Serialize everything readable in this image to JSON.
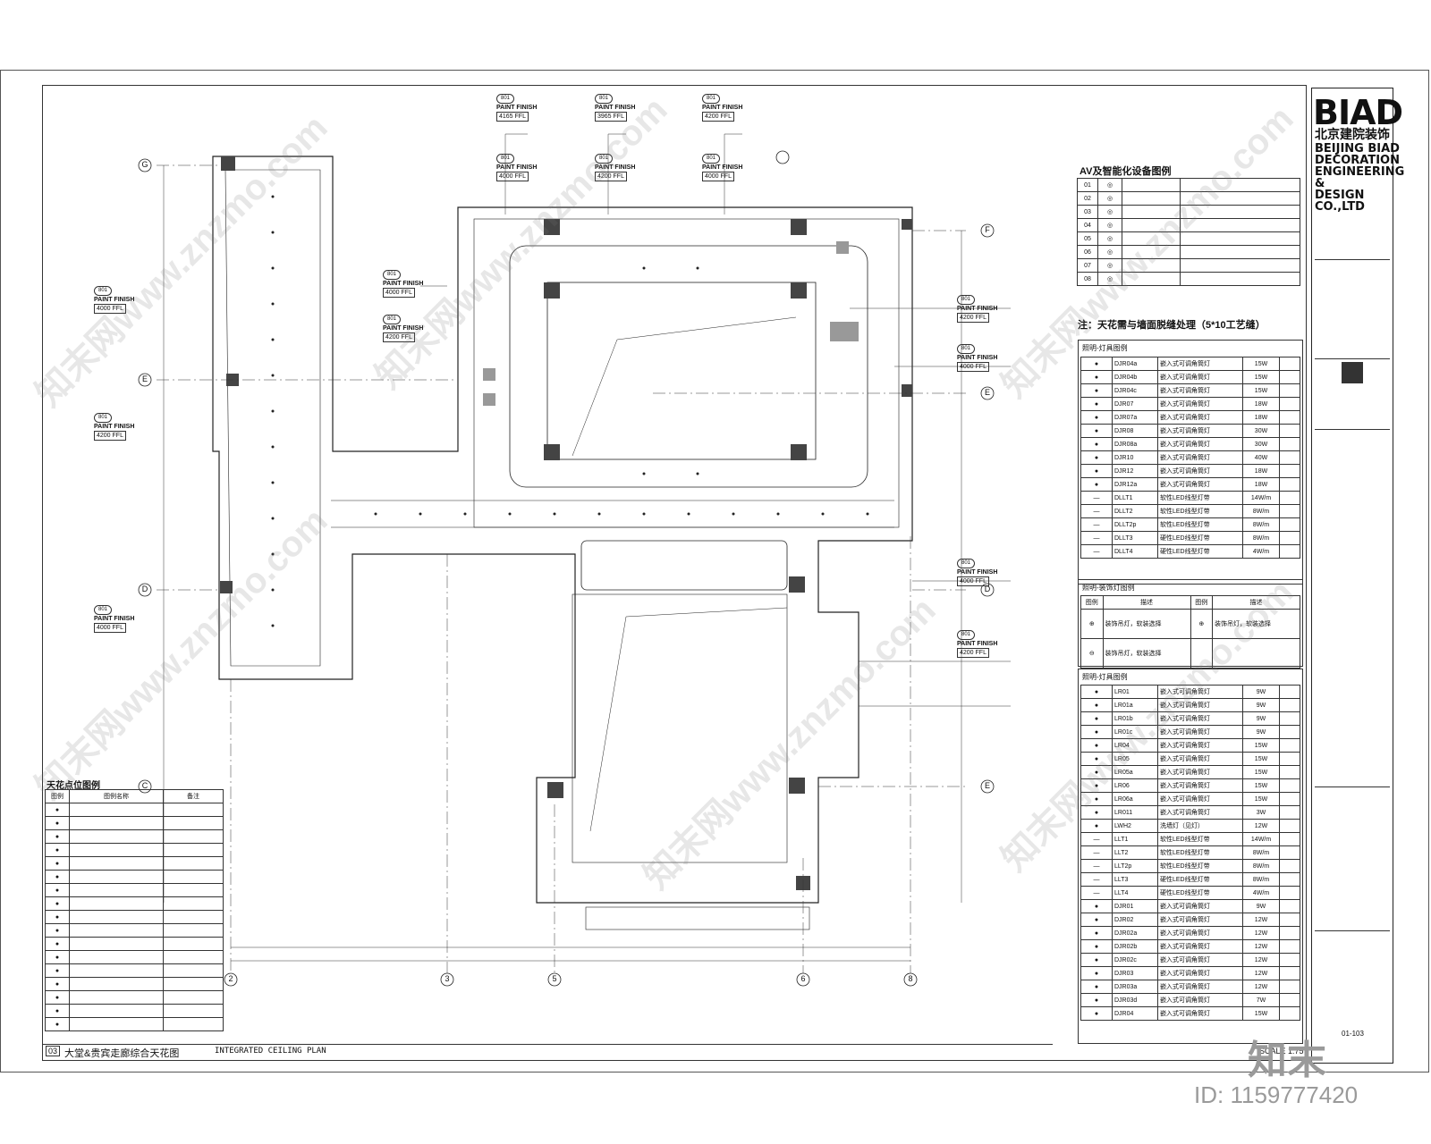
{
  "titleblock": {
    "logo": "BIAD",
    "logo_cn": "北京建院装饰",
    "logo_en_lines": [
      "BEIJING BIAD",
      "DECORATION",
      "ENGINEERING &",
      "DESIGN CO.,LTD"
    ],
    "drawing_no": "01-103",
    "scale_label": "SCALE 1:75"
  },
  "drawing": {
    "number": "03",
    "title_cn": "大堂&贵宾走廊综合天花图",
    "title_en": "INTEGRATED CEILING PLAN"
  },
  "legend_ceiling_points": {
    "title": "天花点位图例",
    "headers": [
      "图例",
      "图例名称",
      "备注"
    ],
    "rows": [
      "",
      "",
      "",
      "",
      "",
      "",
      "",
      "",
      "",
      "",
      "",
      "",
      "",
      "",
      "",
      "",
      ""
    ]
  },
  "av_legend": {
    "title": "AV及智能化设备图例",
    "rows": [
      "01",
      "02",
      "03",
      "04",
      "05",
      "06",
      "07",
      "08"
    ]
  },
  "ceiling_note": "注：天花需与墙面脱缝处理（5*10工艺缝）",
  "lighting_legend_1": {
    "title": "照明-灯具图例",
    "rows": [
      {
        "code": "DJR04a",
        "desc": "嵌入式可调角筒灯",
        "power": "15W"
      },
      {
        "code": "DJR04b",
        "desc": "嵌入式可调角筒灯",
        "power": "15W"
      },
      {
        "code": "DJR04c",
        "desc": "嵌入式可调角筒灯",
        "power": "15W"
      },
      {
        "code": "DJR07",
        "desc": "嵌入式可调角筒灯",
        "power": "18W"
      },
      {
        "code": "DJR07a",
        "desc": "嵌入式可调角筒灯",
        "power": "18W"
      },
      {
        "code": "DJR08",
        "desc": "嵌入式可调角筒灯",
        "power": "30W"
      },
      {
        "code": "DJR08a",
        "desc": "嵌入式可调角筒灯",
        "power": "30W"
      },
      {
        "code": "DJR10",
        "desc": "嵌入式可调角筒灯",
        "power": "40W"
      },
      {
        "code": "DJR12",
        "desc": "嵌入式可调角筒灯",
        "power": "18W"
      },
      {
        "code": "DJR12a",
        "desc": "嵌入式可调角筒灯",
        "power": "18W"
      },
      {
        "code": "DLLT1",
        "desc": "软性LED线型灯带",
        "power": "14W/m"
      },
      {
        "code": "DLLT2",
        "desc": "软性LED线型灯带",
        "power": "8W/m"
      },
      {
        "code": "DLLT2p",
        "desc": "软性LED线型灯带",
        "power": "8W/m"
      },
      {
        "code": "DLLT3",
        "desc": "硬性LED线型灯带",
        "power": "8W/m"
      },
      {
        "code": "DLLT4",
        "desc": "硬性LED线型灯带",
        "power": "4W/m"
      }
    ]
  },
  "lighting_legend_2": {
    "title": "照明-装饰灯图例",
    "headers": [
      "图例",
      "描述",
      "图例",
      "描述"
    ],
    "rows": [
      {
        "desc": "装饰吊灯，软装选择",
        "desc2": "装饰吊灯，软装选择"
      },
      {
        "desc": "装饰吊灯，软装选择",
        "desc2": ""
      }
    ]
  },
  "lighting_legend_3": {
    "title": "照明-灯具图例",
    "rows": [
      {
        "code": "LR01",
        "desc": "嵌入式可调角筒灯",
        "power": "9W"
      },
      {
        "code": "LR01a",
        "desc": "嵌入式可调角筒灯",
        "power": "9W"
      },
      {
        "code": "LR01b",
        "desc": "嵌入式可调角筒灯",
        "power": "9W"
      },
      {
        "code": "LR01c",
        "desc": "嵌入式可调角筒灯",
        "power": "9W"
      },
      {
        "code": "LR04",
        "desc": "嵌入式可调角筒灯",
        "power": "15W"
      },
      {
        "code": "LR05",
        "desc": "嵌入式可调角筒灯",
        "power": "15W"
      },
      {
        "code": "LR05a",
        "desc": "嵌入式可调角筒灯",
        "power": "15W"
      },
      {
        "code": "LR06",
        "desc": "嵌入式可调角筒灯",
        "power": "15W"
      },
      {
        "code": "LR06a",
        "desc": "嵌入式可调角筒灯",
        "power": "15W"
      },
      {
        "code": "LR011",
        "desc": "嵌入式可调角筒灯",
        "power": "3W"
      },
      {
        "code": "LWH2",
        "desc": "洗墙灯（见灯）",
        "power": "12W"
      },
      {
        "code": "LLT1",
        "desc": "软性LED线型灯带",
        "power": "14W/m"
      },
      {
        "code": "LLT2",
        "desc": "软性LED线型灯带",
        "power": "8W/m"
      },
      {
        "code": "LLT2p",
        "desc": "软性LED线型灯带",
        "power": "8W/m"
      },
      {
        "code": "LLT3",
        "desc": "硬性LED线型灯带",
        "power": "8W/m"
      },
      {
        "code": "LLT4",
        "desc": "硬性LED线型灯带",
        "power": "4W/m"
      },
      {
        "code": "DJR01",
        "desc": "嵌入式可调角筒灯",
        "power": "9W"
      },
      {
        "code": "DJR02",
        "desc": "嵌入式可调角筒灯",
        "power": "12W"
      },
      {
        "code": "DJR02a",
        "desc": "嵌入式可调角筒灯",
        "power": "12W"
      },
      {
        "code": "DJR02b",
        "desc": "嵌入式可调角筒灯",
        "power": "12W"
      },
      {
        "code": "DJR02c",
        "desc": "嵌入式可调角筒灯",
        "power": "12W"
      },
      {
        "code": "DJR03",
        "desc": "嵌入式可调角筒灯",
        "power": "12W"
      },
      {
        "code": "DJR03a",
        "desc": "嵌入式可调角筒灯",
        "power": "12W"
      },
      {
        "code": "DJR03d",
        "desc": "嵌入式可调角筒灯",
        "power": "7W"
      },
      {
        "code": "DJR04",
        "desc": "嵌入式可调角筒灯",
        "power": "15W"
      }
    ]
  },
  "finish_tags": [
    {
      "code": "801",
      "label": "PAINT FINISH",
      "level": "4165 FFL"
    },
    {
      "code": "801",
      "label": "PAINT FINISH",
      "level": "3965 FFL"
    },
    {
      "code": "801",
      "label": "PAINT FINISH",
      "level": "4200 FFL"
    },
    {
      "code": "801",
      "label": "PAINT FINISH",
      "level": "4000 FFL"
    },
    {
      "code": "801",
      "label": "PAINT FINISH",
      "level": "4200 FFL"
    },
    {
      "code": "801",
      "label": "PAINT FINISH",
      "level": "4000 FFL"
    },
    {
      "code": "801",
      "label": "PAINT FINISH",
      "level": "4000 FFL"
    },
    {
      "code": "801",
      "label": "PAINT FINISH",
      "level": "4200 FFL"
    },
    {
      "code": "801",
      "label": "PAINT FINISH",
      "level": "4000 FFL"
    },
    {
      "code": "801",
      "label": "PAINT FINISH",
      "level": "4200 FFL"
    },
    {
      "code": "801",
      "label": "PAINT FINISH",
      "level": "4000 FFL"
    },
    {
      "code": "801",
      "label": "PAINT FINISH",
      "level": "4200 FFL"
    },
    {
      "code": "801",
      "label": "PAINT FINISH",
      "level": "4000 FFL"
    },
    {
      "code": "801",
      "label": "PAINT FINISH",
      "level": "4000 FFL"
    },
    {
      "code": "801",
      "label": "PAINT FINISH",
      "level": "4200 FFL"
    }
  ],
  "grid_labels": {
    "left": [
      "G",
      "E",
      "D",
      "C"
    ],
    "right": [
      "F",
      "E",
      "D",
      "E"
    ],
    "bottom": [
      "2",
      "3",
      "5",
      "6",
      "8"
    ]
  },
  "watermark": {
    "text": "知末网www.znzmo.com",
    "logo": "知末",
    "id_text": "ID: 1159777420"
  }
}
